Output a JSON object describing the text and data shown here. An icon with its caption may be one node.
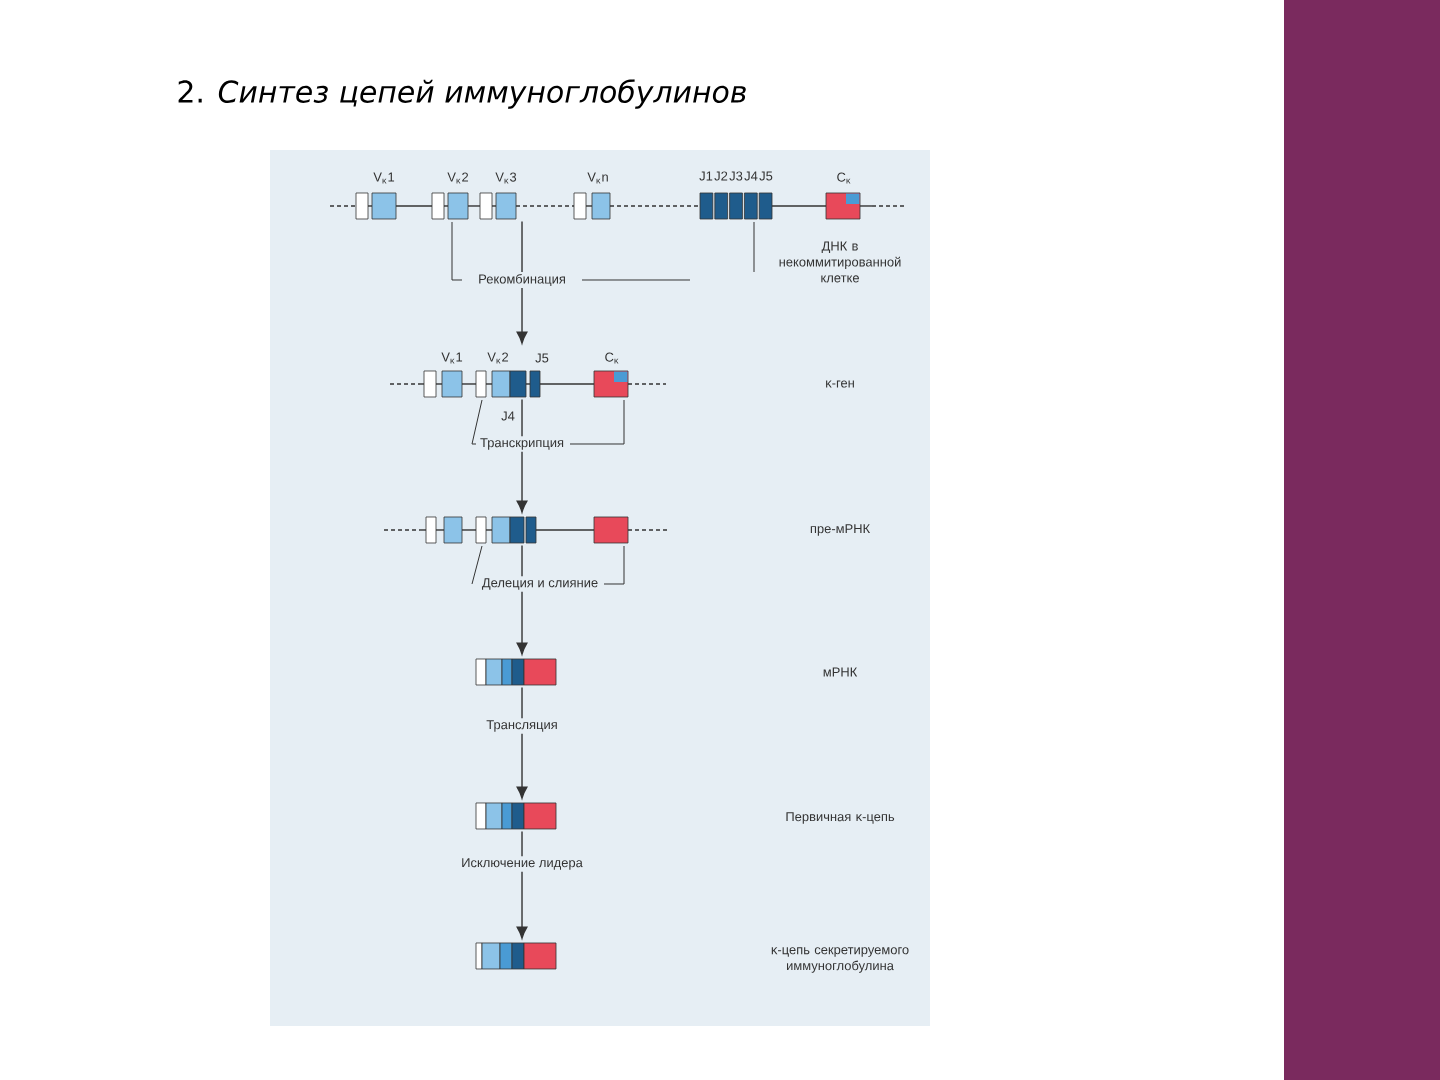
{
  "diagram": {
    "title": "2. *Синтез цепей иммуноглобулинов*",
    "nodes": [
      {
        "text": [
          "V$_{κ}$1",
          "V$_{κ}$2",
          "V$_{κ}$3",
          "V$_{κ}$n",
          "J1",
          "J2",
          "J3",
          "J4",
          "J5",
          "C$_{κ}$"
        ]
      },
      {
        "text": [
          "V$_{κ}$1",
          "V$_{κ}$2",
          "J5",
          "C$_{κ}$",
          "J4"
        ]
      },
      {
        "text": [],
        "shape": "bar"
      },
      {
        "text": [],
        "shape": "bar"
      },
      {
        "text": [],
        "shape": "bar"
      },
      {
        "text": [],
        "shape": "bar"
      }
    ],
    "labels": [
      "ДНК в некоммитированной клетке",
      "κ-ген",
      "пре-мРНК",
      "мРНК",
      "Первичная κ-цепь",
      "κ-цепь секретируемого иммуноглобулина"
    ],
    "edges": [
      {
        "from": 0,
        "to": 1,
        "arrow": "to",
        "label": "Рекомбинация"
      },
      {
        "from": 1,
        "to": 2,
        "arrow": "to",
        "label": "Транскрипция"
      },
      {
        "from": 2,
        "to": 3,
        "arrow": "to",
        "label": "Делеция и слияние"
      },
      {
        "from": 3,
        "to": 4,
        "arrow": "to",
        "label": "Трансляция"
      },
      {
        "from": 4,
        "to": 5,
        "arrow": "to",
        "label": "Исключение лидера"
      }
    ]
  }
}
